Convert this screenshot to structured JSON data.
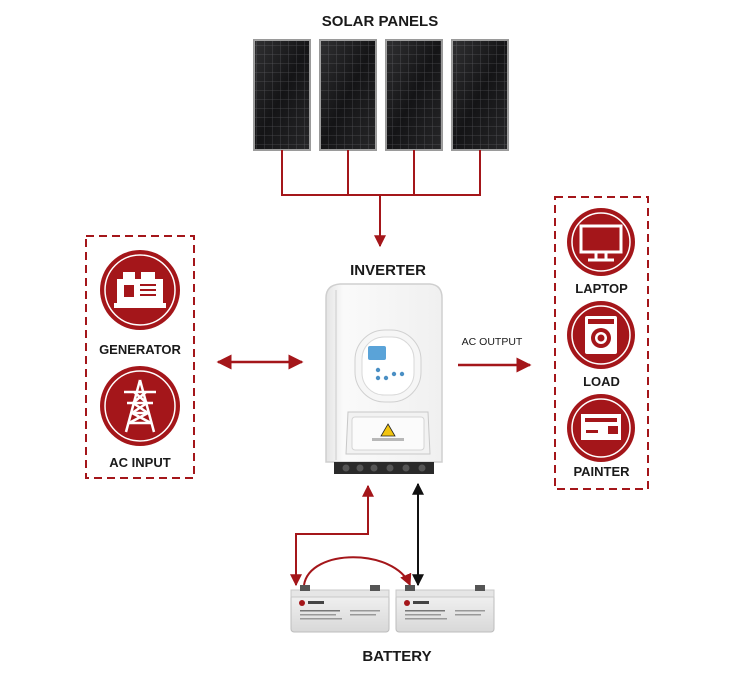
{
  "labels": {
    "solar_panels": "SOLAR PANELS",
    "inverter": "INVERTER",
    "generator": "GENERATOR",
    "ac_input": "AC INPUT",
    "ac_output": "AC OUTPUT",
    "laptop": "LAPTOP",
    "load": "LOAD",
    "painter": "PAINTER",
    "battery": "BATTERY"
  },
  "colors": {
    "accent": "#a4161a",
    "arrow_black": "#111111",
    "panel_dark": "#1c1c1e"
  },
  "icons": [
    "generator-icon",
    "transmission-tower-icon",
    "monitor-icon",
    "washing-machine-icon",
    "printer-icon"
  ]
}
